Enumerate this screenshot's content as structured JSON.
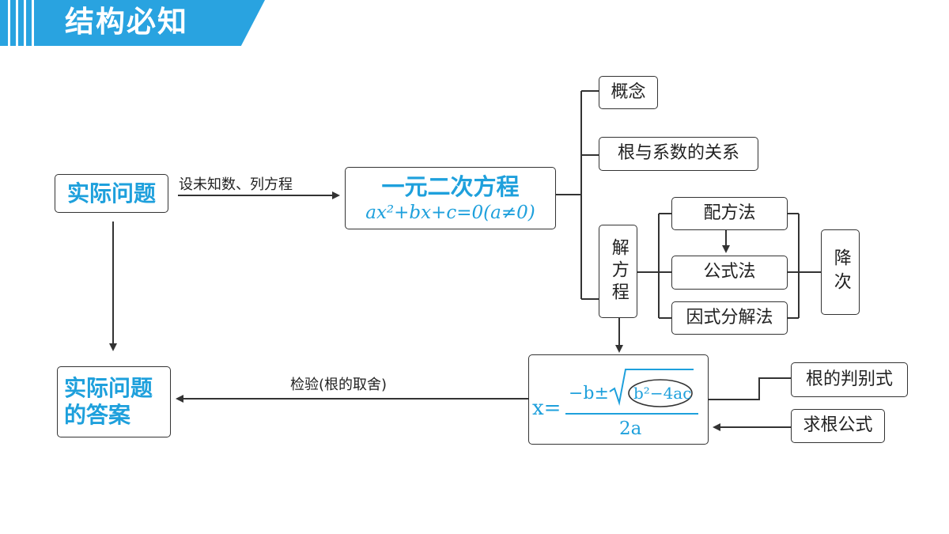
{
  "header": {
    "title": "结构必知",
    "accent_color": "#29a3e0"
  },
  "nodes": {
    "practical_problem": "实际问题",
    "answer_line1": "实际问题",
    "answer_line2": "的答案",
    "equation_title": "一元二次方程",
    "equation_formula": "ax²+bx+c=0(a≠0)",
    "concept": "概念",
    "roots_coefficients": "根与系数的关系",
    "solve_equation": "解方程",
    "completing_square": "配方法",
    "formula_method": "公式法",
    "factorization": "因式分解法",
    "reduce_degree": "降次",
    "discriminant": "根的判别式",
    "root_formula_label": "求根公式"
  },
  "edges": {
    "set_unknown": "设未知数、列方程",
    "verify": "检验(根的取舍)"
  },
  "quadratic_formula": {
    "lhs": "x=",
    "numerator_prefix": "−b±",
    "discriminant": "b²−4ac",
    "denominator": "2a"
  }
}
